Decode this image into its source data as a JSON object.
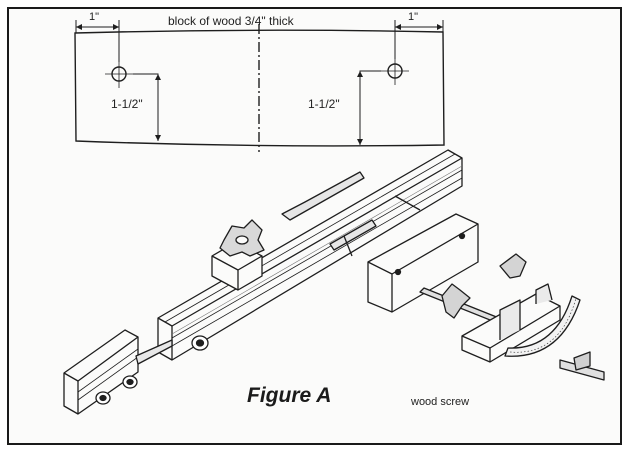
{
  "diagram": {
    "block_label": "block of wood 3/4\" thick",
    "dim_left_top": "1\"",
    "dim_right_top": "1\"",
    "dim_left_vertical": "1-1/2\"",
    "dim_right_vertical": "1-1/2\"",
    "figure_title": "Figure A",
    "callout": "wood screw"
  },
  "colors": {
    "line": "#1e1e1e",
    "paper": "#fbfbfa",
    "shade": "#cfcfcf"
  }
}
